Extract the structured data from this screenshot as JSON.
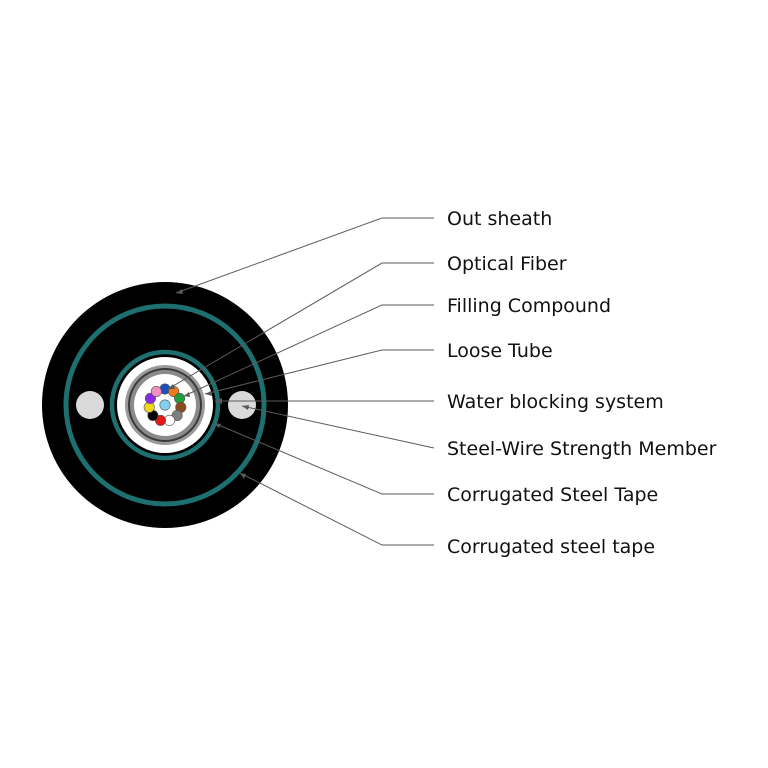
{
  "colors": {
    "sheath": "#000000",
    "armor_ring": "#1e7070",
    "steel_tape": "#808080",
    "loose_tube_fill": "#ffffff",
    "strength_member": "#dadada",
    "leader_line": "#5a5a5a",
    "label_text": "#111111"
  },
  "fiber_colors": [
    "#1f4fbf",
    "#f07a1a",
    "#1e9e3a",
    "#8b4a1a",
    "#7e7e7e",
    "#ffffff",
    "#e01818",
    "#000000",
    "#f0d71e",
    "#8a2be2",
    "#f28fc0",
    "#7fd0ee"
  ],
  "labels": [
    {
      "text": "Out sheath"
    },
    {
      "text": "Optical Fiber"
    },
    {
      "text": "Filling Compound"
    },
    {
      "text": "Loose Tube"
    },
    {
      "text": "Water blocking system"
    },
    {
      "text": "Steel-Wire Strength Member"
    },
    {
      "text": "Corrugated Steel Tape"
    },
    {
      "text": "Corrugated steel tape"
    }
  ]
}
